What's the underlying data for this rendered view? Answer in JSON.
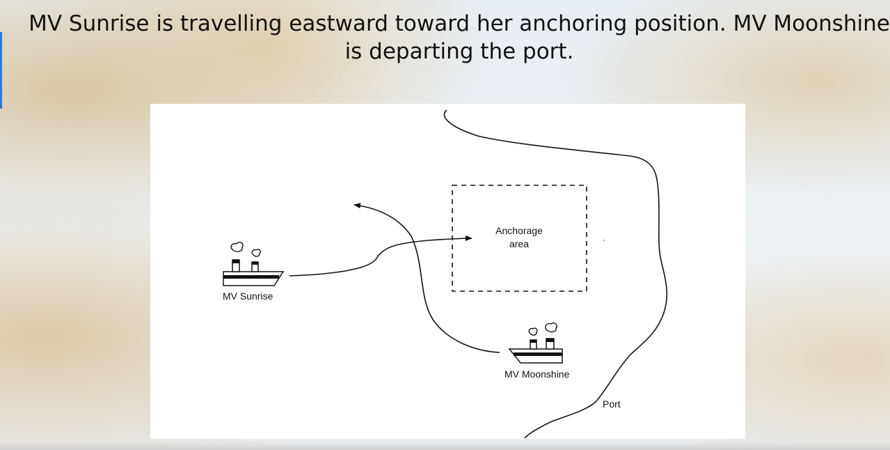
{
  "slide": {
    "title": "MV Sunrise is travelling eastward toward her anchoring position. MV Moonshine is departing the port."
  },
  "diagram": {
    "anchorage_label_line1": "Anchorage",
    "anchorage_label_line2": "area",
    "sunrise_label": "MV Sunrise",
    "moonshine_label": "MV Moonshine",
    "port_label": "Port"
  },
  "colors": {
    "accent": "#2b7bd6",
    "ink": "#111111"
  }
}
